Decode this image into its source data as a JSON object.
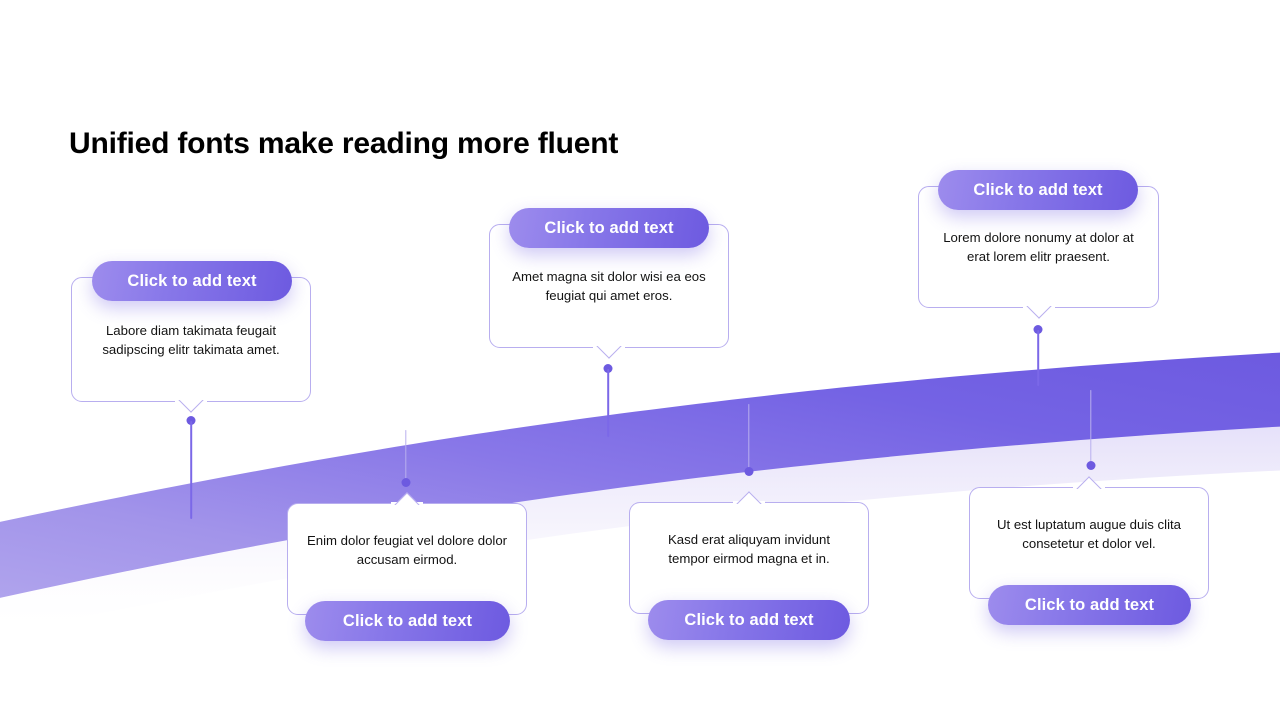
{
  "slide": {
    "title": "Unified fonts make reading more fluent",
    "background_color": "#ffffff"
  },
  "theme": {
    "accent_light": "#9d8ced",
    "accent": "#7b68e8",
    "accent_dark": "#6d5ae0",
    "card_border": "#b8aeef",
    "body_text": "#131313",
    "title_text": "#000000",
    "button_text": "#ffffff"
  },
  "ribbon": {
    "name": "curved-purple-band",
    "gradient_from": "#a79bea",
    "gradient_to": "#6d5ae0",
    "glow_color": "#ece9fb"
  },
  "cards": [
    {
      "id": "card-1",
      "row": "top",
      "button_label": "Click to add text",
      "body": "Labore diam takimata feugait sadipscing elitr takimata amet."
    },
    {
      "id": "card-2",
      "row": "top",
      "button_label": "Click to add text",
      "body": "Amet magna sit dolor wisi ea eos feugiat qui amet eros."
    },
    {
      "id": "card-3",
      "row": "top",
      "button_label": "Click to add text",
      "body": "Lorem dolore nonumy at dolor at erat lorem elitr praesent."
    },
    {
      "id": "card-4",
      "row": "bottom",
      "button_label": "Click to add text",
      "body": "Enim dolor feugiat vel dolore dolor accusam eirmod."
    },
    {
      "id": "card-5",
      "row": "bottom",
      "button_label": "Click to add text",
      "body": "Kasd erat aliquyam invidunt tempor eirmod magna et in."
    },
    {
      "id": "card-6",
      "row": "bottom",
      "button_label": "Click to add text",
      "body": "Ut est luptatum augue duis clita consetetur et dolor vel."
    }
  ]
}
